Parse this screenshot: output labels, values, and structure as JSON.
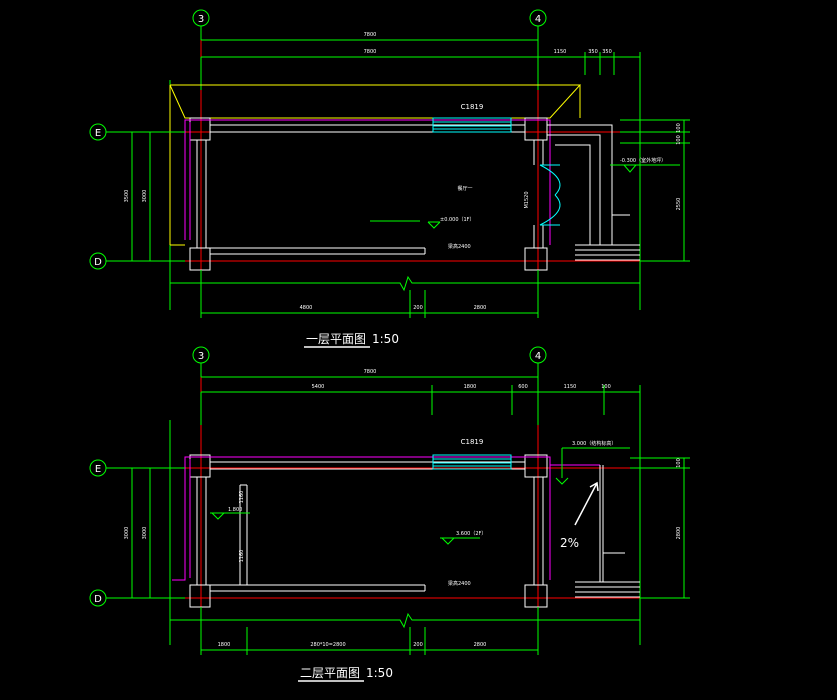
{
  "axes": {
    "col3": "3",
    "col4": "4",
    "rowE": "E",
    "rowD": "D"
  },
  "colors": {
    "green": "#00ff00",
    "white": "#ffffff",
    "magenta": "#ff00ff",
    "red": "#ff0000",
    "cyan": "#00ffff",
    "yellow": "#ffff00",
    "blue": "#0000ff"
  },
  "plan1": {
    "title": "一层平面图",
    "scale": "1:50",
    "window": "C1819",
    "door": "M1520",
    "room": "餐厅一",
    "level": "±0.000（1F）",
    "level_out": "-0.300（室外地坪）",
    "beam": "梁高2400",
    "top_dims": {
      "total": "7800",
      "inner": "7800",
      "d1": "1150",
      "d2": "350",
      "d3": "350"
    },
    "bottom_dims": {
      "a": "4800",
      "b": "200",
      "c": "2800"
    },
    "left_dims": {
      "a": "3500",
      "b": "3000"
    },
    "right_dims": {
      "a": "100",
      "b": "100",
      "c": "2550"
    }
  },
  "plan2": {
    "title": "二层平面图",
    "scale": "1:50",
    "window": "C1819",
    "level": "3.600（2F）",
    "level_left": "1.800",
    "level_roof": "3.000（结构标高）",
    "slope": "2%",
    "beam": "梁高2400",
    "top_dims": {
      "total": "7800",
      "a": "5400",
      "b": "1800",
      "c": "600",
      "d": "1150",
      "e": "100"
    },
    "bottom_dims": {
      "a": "1800",
      "b": "280*10=2800",
      "c": "200",
      "d": "2800"
    },
    "left_dims": {
      "a": "3000",
      "b": "3000"
    },
    "inner_dims": {
      "a": "1160",
      "b": "1160"
    },
    "right_dims": {
      "a": "100",
      "b": "2800"
    }
  }
}
